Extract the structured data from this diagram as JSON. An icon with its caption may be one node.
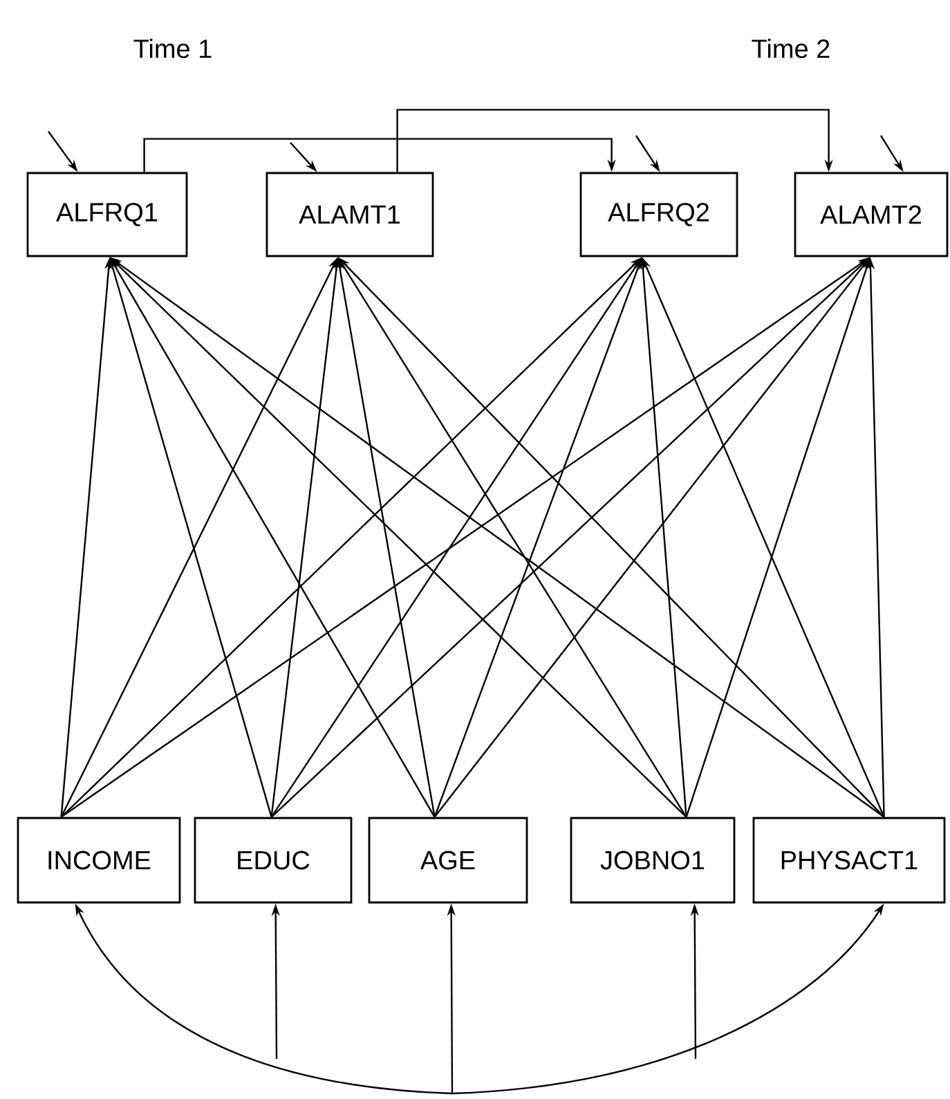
{
  "diagram": {
    "nodes": [
      {
        "text": [
          "ALFRQ1"
        ]
      },
      {
        "text": [
          "ALAMT1"
        ]
      },
      {
        "text": [
          "ALFRQ2"
        ]
      },
      {
        "text": [
          "ALAMT2"
        ]
      },
      {
        "text": [
          "INCOME"
        ]
      },
      {
        "text": [
          "EDUC"
        ]
      },
      {
        "text": [
          "AGE"
        ]
      },
      {
        "text": [
          "JOBNO1"
        ]
      },
      {
        "text": [
          "PHYSACT1"
        ]
      }
    ],
    "edges": [
      {
        "from": null,
        "to": 0,
        "arrow": "to"
      },
      {
        "from": null,
        "to": 1,
        "arrow": "to"
      },
      {
        "from": null,
        "to": 2,
        "arrow": "to"
      },
      {
        "from": null,
        "to": 3,
        "arrow": "to"
      },
      {
        "from": 0,
        "to": 2,
        "arrow": "to"
      },
      {
        "from": 1,
        "to": 3,
        "arrow": "to"
      },
      {
        "from": 4,
        "to": 0,
        "arrow": "to"
      },
      {
        "from": 4,
        "to": 1,
        "arrow": "to"
      },
      {
        "from": 4,
        "to": 2,
        "arrow": "to"
      },
      {
        "from": 4,
        "to": 3,
        "arrow": "to"
      },
      {
        "from": 5,
        "to": 0,
        "arrow": "to"
      },
      {
        "from": 5,
        "to": 1,
        "arrow": "to"
      },
      {
        "from": 5,
        "to": 2,
        "arrow": "to"
      },
      {
        "from": 5,
        "to": 3,
        "arrow": "to"
      },
      {
        "from": 6,
        "to": 0,
        "arrow": "to"
      },
      {
        "from": 6,
        "to": 1,
        "arrow": "to"
      },
      {
        "from": 6,
        "to": 2,
        "arrow": "to"
      },
      {
        "from": 6,
        "to": 3,
        "arrow": "to"
      },
      {
        "from": 7,
        "to": 0,
        "arrow": "to"
      },
      {
        "from": 7,
        "to": 1,
        "arrow": "to"
      },
      {
        "from": 7,
        "to": 2,
        "arrow": "to"
      },
      {
        "from": 7,
        "to": 3,
        "arrow": "to"
      },
      {
        "from": 8,
        "to": 0,
        "arrow": "to"
      },
      {
        "from": 8,
        "to": 1,
        "arrow": "to"
      },
      {
        "from": 8,
        "to": 2,
        "arrow": "to"
      },
      {
        "from": 8,
        "to": 3,
        "arrow": "to"
      },
      {
        "from": null,
        "to": 4,
        "arrow": "to"
      },
      {
        "from": null,
        "to": 5,
        "arrow": "to"
      },
      {
        "from": null,
        "to": 6,
        "arrow": "to"
      },
      {
        "from": null,
        "to": 7,
        "arrow": "to"
      },
      {
        "from": null,
        "to": 8,
        "arrow": "to"
      }
    ],
    "labels": [
      "Time 1",
      "Time 2"
    ]
  }
}
